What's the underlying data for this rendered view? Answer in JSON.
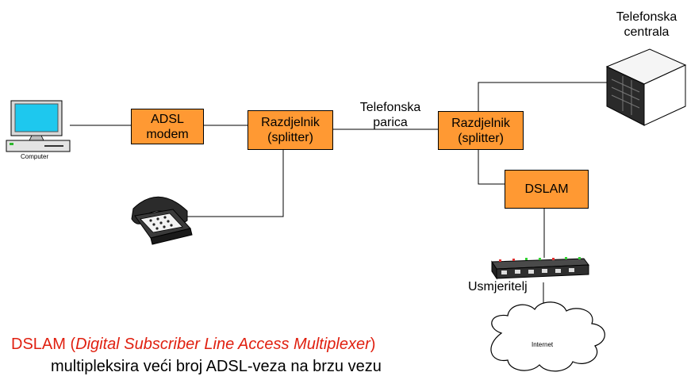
{
  "diagram": {
    "boxes": {
      "adsl_modem": [
        "ADSL",
        "modem"
      ],
      "splitter_left": [
        "Razdjelnik",
        "(splitter)"
      ],
      "splitter_right": [
        "Razdjelnik",
        "(splitter)"
      ],
      "dslam": "DSLAM"
    },
    "labels": {
      "computer": "Computer",
      "telefonska_parica": [
        "Telefonska",
        "parica"
      ],
      "telefonska_centrala": [
        "Telefonska",
        "centrala"
      ],
      "usmjeritelj": "Usmjeritelj",
      "internet": "Internet"
    },
    "note": {
      "lead": "DSLAM (",
      "italic": "Digital Subscriber Line Access Multiplexer",
      "close": ")",
      "line2": "multipleksira veći broj ADSL-veza na brzu vezu"
    },
    "colors": {
      "box_fill": "#ff9933",
      "note_red": "#e02010",
      "line": "#000000"
    },
    "icons": [
      "computer-icon",
      "telephone-icon",
      "exchange-server-icon",
      "router-icon",
      "cloud-icon"
    ]
  }
}
